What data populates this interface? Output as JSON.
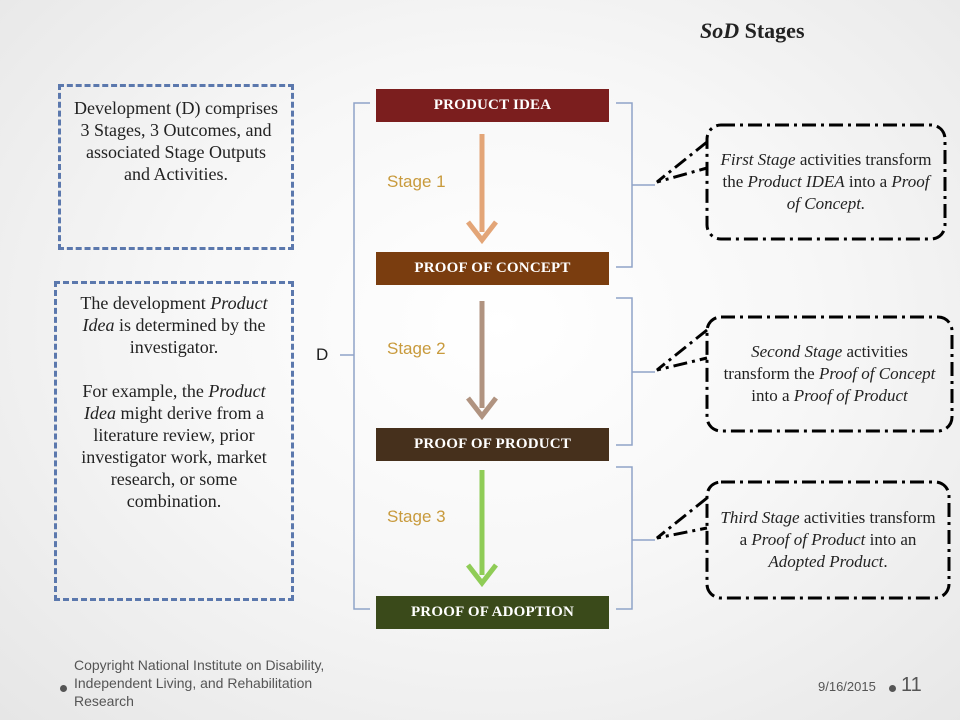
{
  "title": {
    "prefix": "SoD",
    "suffix": " Stages"
  },
  "left_boxes": {
    "top": {
      "text": "Development (D) comprises 3 Stages, 3 Outcomes, and associated Stage Outputs and Activities."
    },
    "bottom": {
      "p1": {
        "a": "The development ",
        "b": "Product Idea",
        "c": " is determined by the investigator."
      },
      "p2": {
        "a": "For example, the ",
        "b": "Product Idea",
        "c": " might derive from a literature review, prior investigator work, market research, or some combination."
      }
    }
  },
  "stages": [
    {
      "label": "PRODUCT IDEA",
      "color": "#7b1e1e"
    },
    {
      "label": "PROOF OF CONCEPT",
      "color": "#7a3d0f"
    },
    {
      "label": "PROOF OF PRODUCT",
      "color": "#46301c"
    },
    {
      "label": "PROOF OF ADOPTION",
      "color": "#3a4a1a"
    }
  ],
  "stage_labels": [
    "Stage 1",
    "Stage 2",
    "Stage 3"
  ],
  "arrows": [
    {
      "color": "#e3a577"
    },
    {
      "color": "#b09380"
    },
    {
      "color": "#8fcc56"
    }
  ],
  "d_label": "D",
  "callouts": [
    {
      "a": "First Stage",
      "b": "  activities transform the ",
      "c": "Product IDEA",
      "d": "  into a ",
      "e": "Proof of Concept",
      "f": "."
    },
    {
      "a": "Second Stage",
      "b": " activities transform the ",
      "c": "Proof of Concept",
      "d": " into a ",
      "e": "Proof of Product",
      "f": ""
    },
    {
      "a": "Third Stage",
      "b": " activities transform a ",
      "c": "Proof of Product",
      "d": " into an ",
      "e": "Adopted Product",
      "f": "."
    }
  ],
  "footer": {
    "copyright": "Copyright National Institute on Disability, Independent Living, and Rehabilitation Research",
    "date": "9/16/2015",
    "page": "11"
  },
  "colors": {
    "left_box_border": "#5b78ad",
    "bracket": "#8fa3c8",
    "callout_border": "#000000",
    "stage_label": "#c89a3c"
  }
}
